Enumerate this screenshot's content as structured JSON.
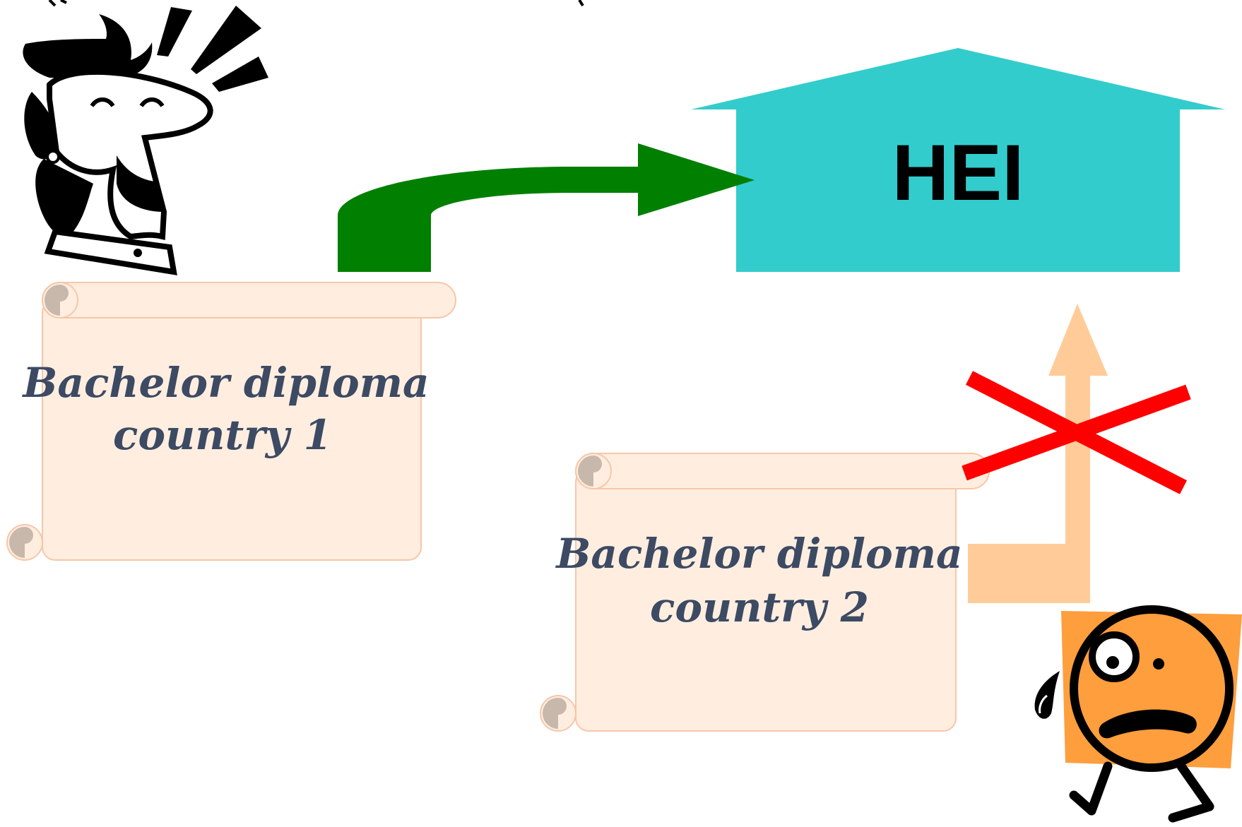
{
  "building": {
    "label": "HEI",
    "fill": "#33CCCC"
  },
  "diploma_1": {
    "line1": "Bachelor diploma",
    "line2": "country 1"
  },
  "diploma_2": {
    "line1": "Bachelor diploma",
    "line2": "country 2"
  },
  "colors": {
    "scroll_fill": "#FFEEE0",
    "scroll_stroke": "#F8C6A8",
    "scroll_curl": "#C8B8AC",
    "diploma_text": "#3D4A63",
    "accepted_arrow": "#007F00",
    "blocked_arrow": "#FFCC99",
    "cross": "#FF0000",
    "sad_face_bg": "#FF9E3D"
  },
  "icons": [
    "happy-man-icon",
    "exclamation-marks-icon",
    "sad-face-icon",
    "red-cross-icon"
  ]
}
